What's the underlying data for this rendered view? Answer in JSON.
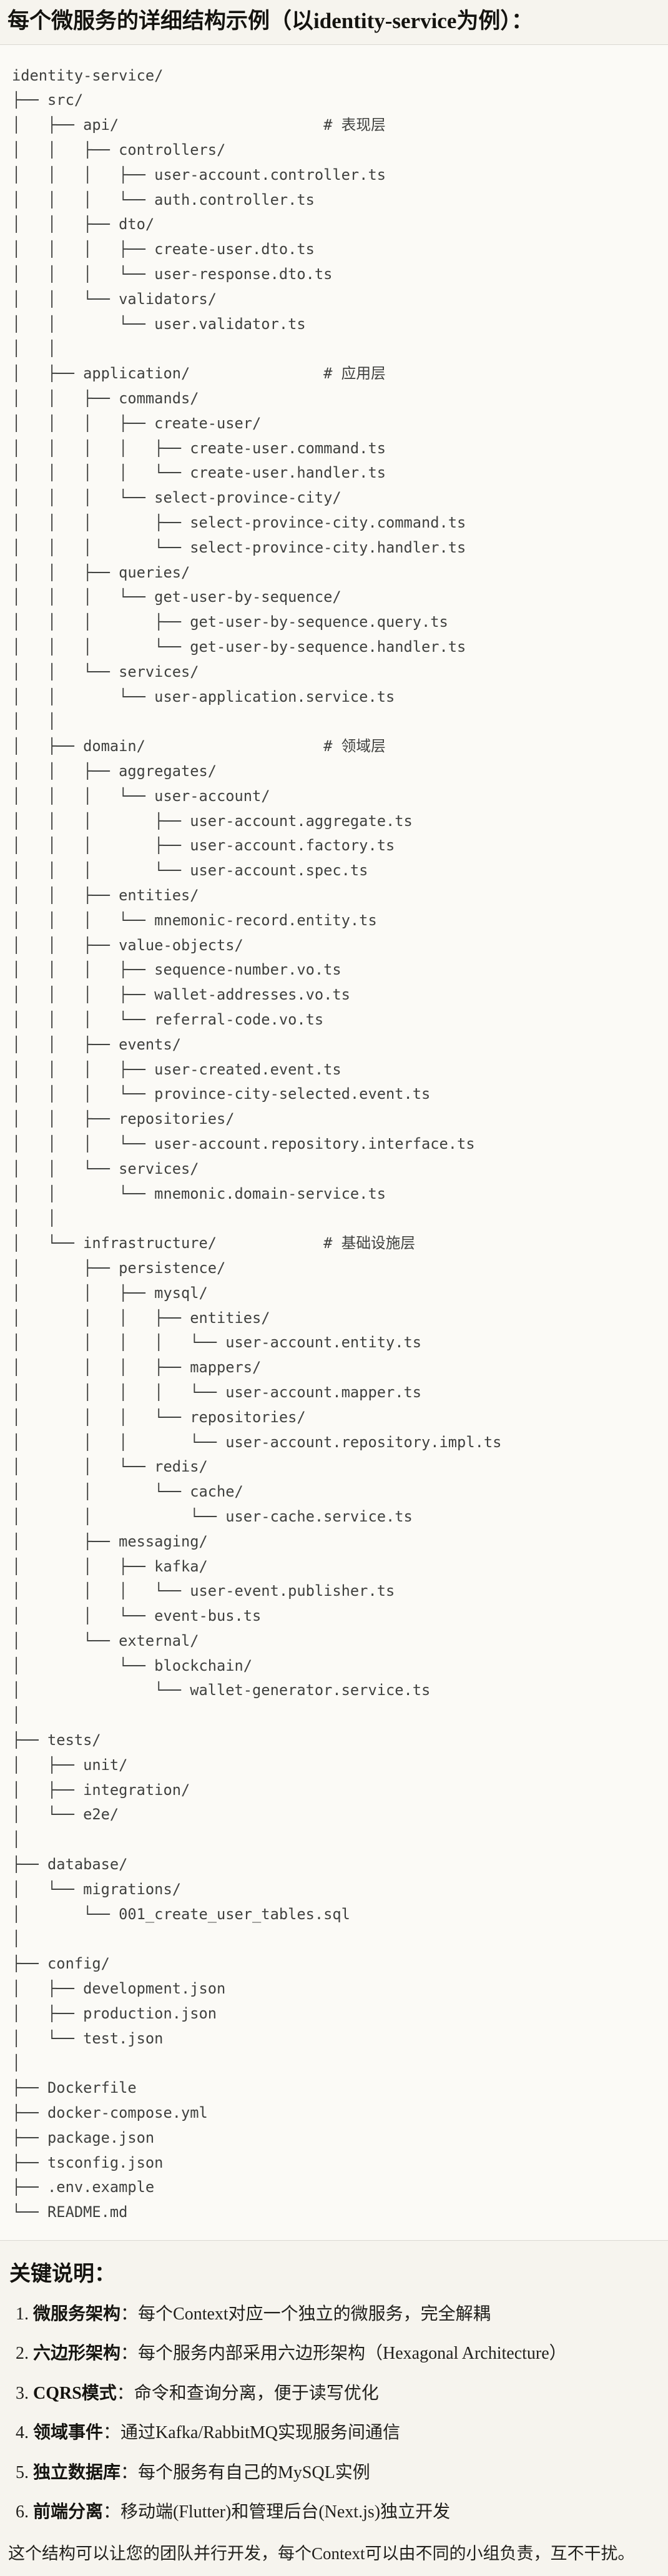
{
  "page": {
    "title": "每个微服务的详细结构示例（以identity-service为例）：",
    "colors": {
      "page_bg": "#F6F4EE",
      "code_bg": "#FBFAF6",
      "border": "#DAD8D2",
      "code_text": "#3F403E",
      "heading_text": "#14130F"
    }
  },
  "tree": {
    "lines": [
      "identity-service/",
      "├── src/",
      "│   ├── api/                       # 表现层",
      "│   │   ├── controllers/",
      "│   │   │   ├── user-account.controller.ts",
      "│   │   │   └── auth.controller.ts",
      "│   │   ├── dto/",
      "│   │   │   ├── create-user.dto.ts",
      "│   │   │   └── user-response.dto.ts",
      "│   │   └── validators/",
      "│   │       └── user.validator.ts",
      "│   │",
      "│   ├── application/               # 应用层",
      "│   │   ├── commands/",
      "│   │   │   ├── create-user/",
      "│   │   │   │   ├── create-user.command.ts",
      "│   │   │   │   └── create-user.handler.ts",
      "│   │   │   └── select-province-city/",
      "│   │   │       ├── select-province-city.command.ts",
      "│   │   │       └── select-province-city.handler.ts",
      "│   │   ├── queries/",
      "│   │   │   └── get-user-by-sequence/",
      "│   │   │       ├── get-user-by-sequence.query.ts",
      "│   │   │       └── get-user-by-sequence.handler.ts",
      "│   │   └── services/",
      "│   │       └── user-application.service.ts",
      "│   │",
      "│   ├── domain/                    # 领域层",
      "│   │   ├── aggregates/",
      "│   │   │   └── user-account/",
      "│   │   │       ├── user-account.aggregate.ts",
      "│   │   │       ├── user-account.factory.ts",
      "│   │   │       └── user-account.spec.ts",
      "│   │   ├── entities/",
      "│   │   │   └── mnemonic-record.entity.ts",
      "│   │   ├── value-objects/",
      "│   │   │   ├── sequence-number.vo.ts",
      "│   │   │   ├── wallet-addresses.vo.ts",
      "│   │   │   └── referral-code.vo.ts",
      "│   │   ├── events/",
      "│   │   │   ├── user-created.event.ts",
      "│   │   │   └── province-city-selected.event.ts",
      "│   │   ├── repositories/",
      "│   │   │   └── user-account.repository.interface.ts",
      "│   │   └── services/",
      "│   │       └── mnemonic.domain-service.ts",
      "│   │",
      "│   └── infrastructure/            # 基础设施层",
      "│       ├── persistence/",
      "│       │   ├── mysql/",
      "│       │   │   ├── entities/",
      "│       │   │   │   └── user-account.entity.ts",
      "│       │   │   ├── mappers/",
      "│       │   │   │   └── user-account.mapper.ts",
      "│       │   │   └── repositories/",
      "│       │   │       └── user-account.repository.impl.ts",
      "│       │   └── redis/",
      "│       │       └── cache/",
      "│       │           └── user-cache.service.ts",
      "│       ├── messaging/",
      "│       │   ├── kafka/",
      "│       │   │   └── user-event.publisher.ts",
      "│       │   └── event-bus.ts",
      "│       └── external/",
      "│           └── blockchain/",
      "│               └── wallet-generator.service.ts",
      "│",
      "├── tests/",
      "│   ├── unit/",
      "│   ├── integration/",
      "│   └── e2e/",
      "│",
      "├── database/",
      "│   └── migrations/",
      "│       └── 001_create_user_tables.sql",
      "│",
      "├── config/",
      "│   ├── development.json",
      "│   ├── production.json",
      "│   └── test.json",
      "│",
      "├── Dockerfile",
      "├── docker-compose.yml",
      "├── package.json",
      "├── tsconfig.json",
      "├── .env.example",
      "└── README.md"
    ]
  },
  "notes": {
    "heading": "关键说明：",
    "items": [
      {
        "num": "1.",
        "label": "微服务架构",
        "text": "：每个Context对应一个独立的微服务，完全解耦"
      },
      {
        "num": "2.",
        "label": "六边形架构",
        "text": "：每个服务内部采用六边形架构（Hexagonal Architecture）"
      },
      {
        "num": "3.",
        "label": "CQRS模式",
        "text": "：命令和查询分离，便于读写优化"
      },
      {
        "num": "4.",
        "label": "领域事件",
        "text": "：通过Kafka/RabbitMQ实现服务间通信"
      },
      {
        "num": "5.",
        "label": "独立数据库",
        "text": "：每个服务有自己的MySQL实例"
      },
      {
        "num": "6.",
        "label": "前端分离",
        "text": "：移动端(Flutter)和管理后台(Next.js)独立开发"
      }
    ],
    "footer": "这个结构可以让您的团队并行开发，每个Context可以由不同的小组负责，互不干扰。"
  }
}
